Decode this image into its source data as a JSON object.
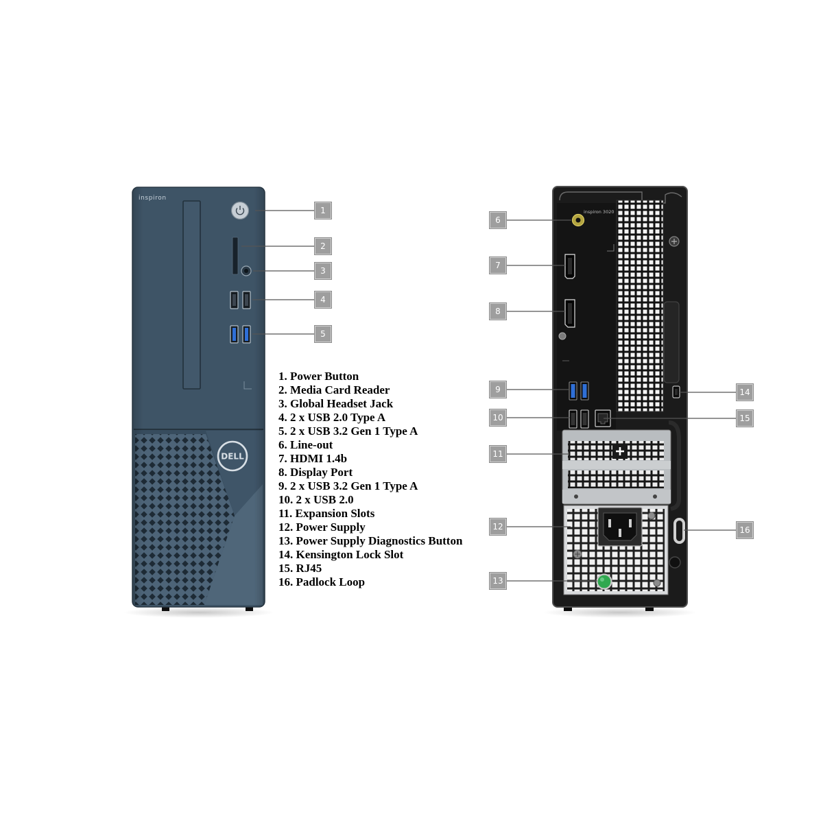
{
  "front_view": {
    "brand_label": "inspiron",
    "logo_label": "DELL"
  },
  "rear_view": {
    "model_label": "inspiron 3020"
  },
  "callouts": [
    "1",
    "2",
    "3",
    "4",
    "5",
    "6",
    "7",
    "8",
    "9",
    "10",
    "11",
    "12",
    "13",
    "14",
    "15",
    "16"
  ],
  "legend": [
    "1. Power Button",
    "2. Media Card Reader",
    "3. Global Headset Jack",
    "4. 2 x USB 2.0 Type A",
    "5. 2 x USB 3.2 Gen 1 Type A",
    "6. Line-out",
    "7. HDMI 1.4b",
    "8. Display Port",
    "9. 2 x USB 3.2 Gen 1 Type A",
    "10. 2 x USB 2.0",
    "11. Expansion Slots",
    "12. Power Supply",
    "13. Power Supply Diagnostics Button",
    "14. Kensington Lock Slot",
    "15. RJ45",
    "16. Padlock Loop"
  ],
  "colors": {
    "front_body": "#3e5466",
    "front_lower_panel": "#374c5e",
    "rear_body": "#1b1b1b",
    "usb_3_blue": "#2f6fd6",
    "line_out_jack": "#b3a440",
    "diagnostic_button": "#2fa84f"
  }
}
